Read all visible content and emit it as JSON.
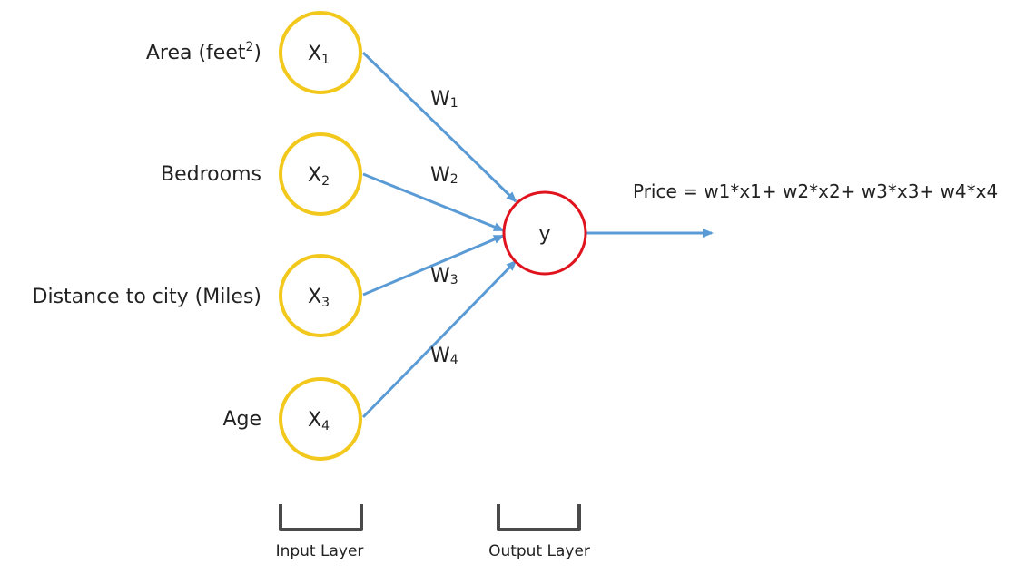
{
  "colors": {
    "input_node_stroke": "#F2C81C",
    "output_node_stroke": "#E0141E",
    "edge": "#5B9BD5",
    "bracket": "#4A4A4A",
    "text": "#222222"
  },
  "inputs": [
    {
      "feature": "Area (feet",
      "feature_sup": "2",
      "feature_tail": ")",
      "node_main": "X",
      "node_sub": "1",
      "weight_main": "W",
      "weight_sub": "1"
    },
    {
      "feature": "Bedrooms",
      "feature_sup": "",
      "feature_tail": "",
      "node_main": "X",
      "node_sub": "2",
      "weight_main": "W",
      "weight_sub": "2"
    },
    {
      "feature": "Distance to city (Miles)",
      "feature_sup": "",
      "feature_tail": "",
      "node_main": "X",
      "node_sub": "3",
      "weight_main": "W",
      "weight_sub": "3"
    },
    {
      "feature": "Age",
      "feature_sup": "",
      "feature_tail": "",
      "node_main": "X",
      "node_sub": "4",
      "weight_main": "W",
      "weight_sub": "4"
    }
  ],
  "output": {
    "label": "y"
  },
  "equation": "Price = w1*x1+ w2*x2+ w3*x3+ w4*x4",
  "layers": {
    "input": "Input Layer",
    "output": "Output Layer"
  }
}
